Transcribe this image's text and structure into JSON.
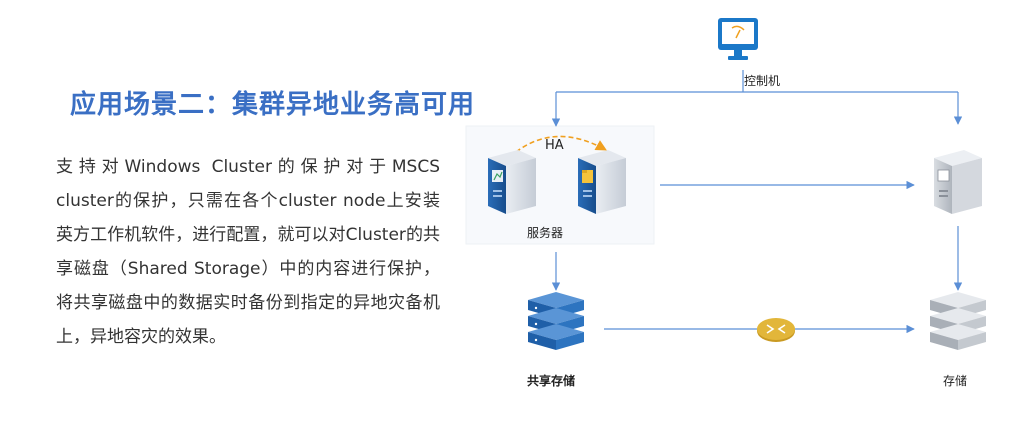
{
  "title": "应用场景二：集群异地业务高可用",
  "description": "支持对Windows Cluster的保护对于MSCS cluster的保护，只需在各个cluster node上安装英方工作机软件，进行配置，就可以对Cluster的共享磁盘（Shared Storage）中的内容进行保护，将共享磁盘中的数据实时备份到指定的异地灾备机上，异地容灾的效果。",
  "diagram": {
    "console_label": "控制机",
    "ha_label": "HA",
    "servers_label": "服务器",
    "shared_storage_label": "共享存储",
    "storage_label": "存储"
  },
  "colors": {
    "title": "#3a6fc4",
    "arrow": "#5b8fd6",
    "server_blue": "#1f5fa8",
    "ha_arrow": "#f0a020",
    "router": "#e2b63a"
  },
  "icons": [
    "monitor-icon",
    "server-icon",
    "storage-stack-icon",
    "router-icon"
  ]
}
